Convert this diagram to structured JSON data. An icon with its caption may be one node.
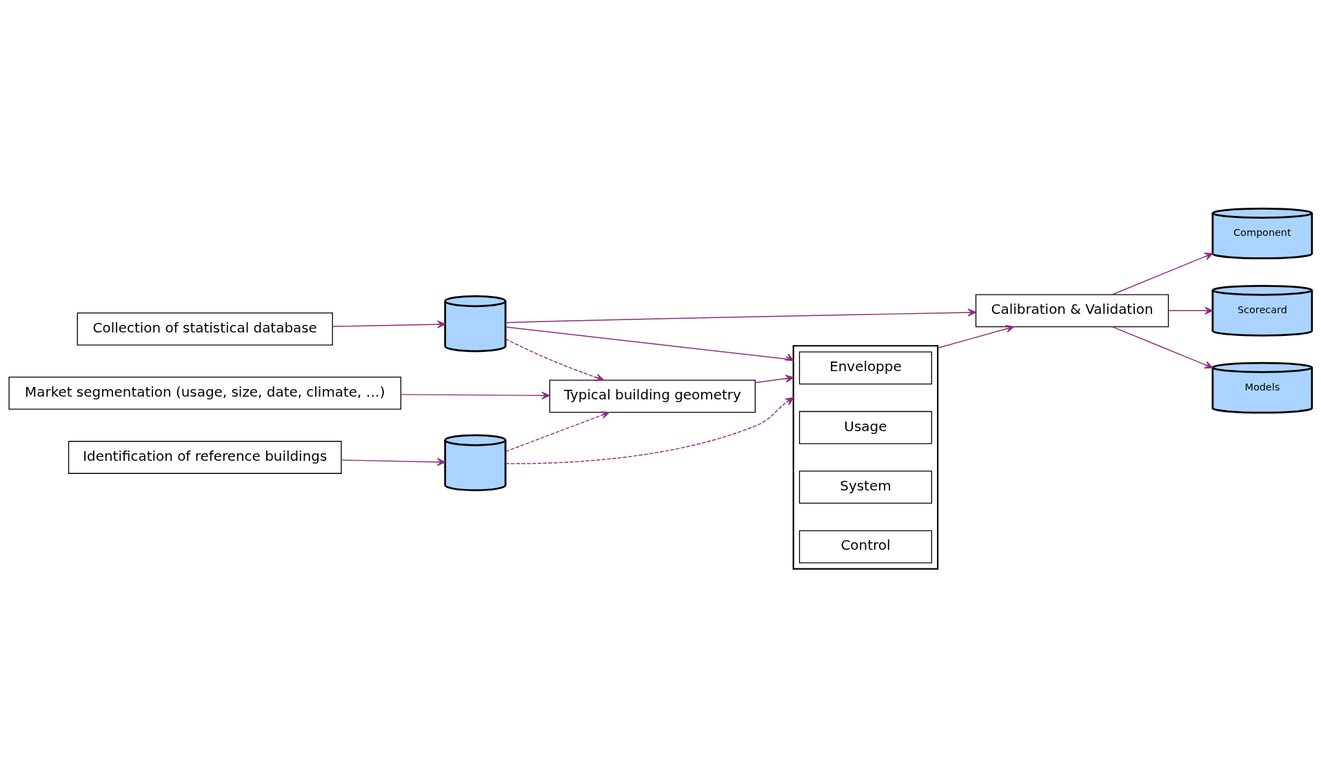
{
  "diagram": {
    "nodes": [
      {
        "text": [
          "Collection of statistical database"
        ]
      },
      {
        "text": [],
        "shape": "cylinder"
      },
      {
        "text": [
          "Market segmentation (usage, size, date, climate, …)"
        ]
      },
      {
        "text": [
          "Typical building geometry"
        ]
      },
      {
        "text": [],
        "shape": "box"
      },
      {
        "text": [
          "Enveloppe"
        ],
        "in": 4
      },
      {
        "text": [
          "Usage"
        ],
        "in": 4
      },
      {
        "text": [
          "System"
        ],
        "in": 4
      },
      {
        "text": [
          "Control"
        ],
        "in": 4
      },
      {
        "text": [
          "Calibration & Validation"
        ]
      },
      {
        "text": [
          "Component"
        ]
      },
      {
        "text": [
          "Scorecard"
        ]
      },
      {
        "text": [
          "Models"
        ]
      },
      {
        "text": [
          "Identification of reference buildings"
        ]
      },
      {
        "text": [],
        "shape": "cylinder"
      }
    ],
    "edges": [
      {
        "from": 0,
        "to": 1,
        "arrow": "to"
      },
      {
        "from": 1,
        "to": 3,
        "arrow": "to",
        "style": "dashed"
      },
      {
        "from": 1,
        "to": 4,
        "arrow": "to"
      },
      {
        "from": 1,
        "to": 9,
        "arrow": "to"
      },
      {
        "from": 2,
        "to": 3,
        "arrow": "to"
      },
      {
        "from": 3,
        "to": 4,
        "arrow": "to"
      },
      {
        "from": 4,
        "to": 9,
        "arrow": "to"
      },
      {
        "from": 9,
        "to": 10,
        "arrow": "to"
      },
      {
        "from": 9,
        "to": 11,
        "arrow": "to"
      },
      {
        "from": 9,
        "to": 12,
        "arrow": "to"
      },
      {
        "from": 13,
        "to": 14,
        "arrow": "to"
      },
      {
        "from": 14,
        "to": 3,
        "arrow": "to",
        "style": "dashed"
      },
      {
        "from": 14,
        "to": 4,
        "arrow": "to",
        "style": "dashed"
      }
    ]
  }
}
